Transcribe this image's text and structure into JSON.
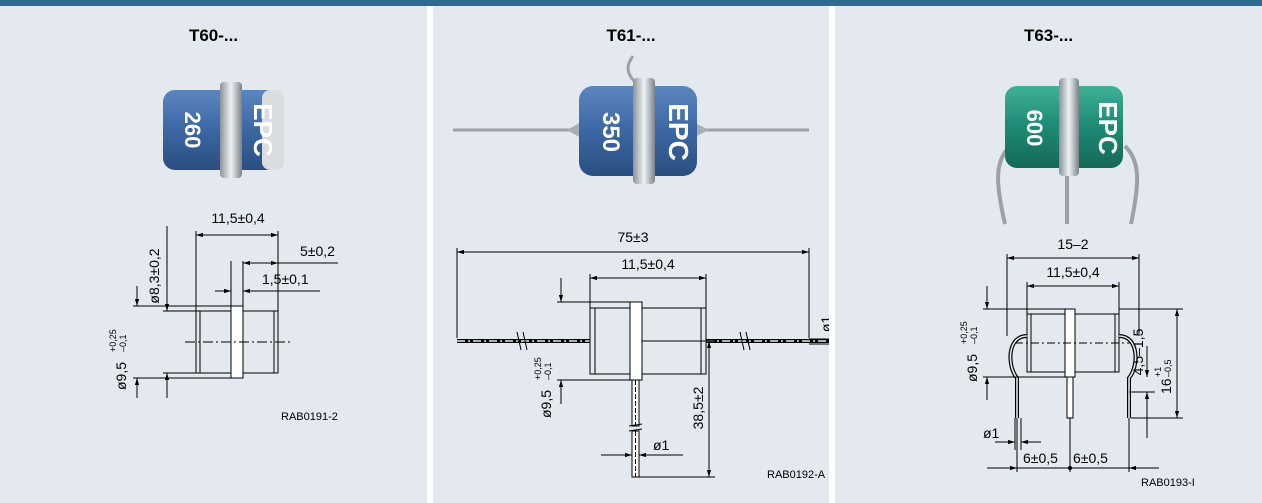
{
  "colors": {
    "topbar": "#2e6b93",
    "panel_bg": "#e3e9ef",
    "blue_tube": "#3e6aa6",
    "green_tube": "#1f8e78"
  },
  "panels": [
    {
      "title": "T60-...",
      "photo": {
        "brand": "EPC",
        "voltage": "260"
      },
      "dims": {
        "length": "11,5±0,4",
        "cap": "5±0,2",
        "band": "1,5±0,1",
        "diam_inner": "ø8,3±0,2",
        "diam_outer": "ø9,5",
        "diam_tol_up": "+0,25",
        "diam_tol_down": "–0,1"
      },
      "code": "RAB0191-2"
    },
    {
      "title": "T61-...",
      "photo": {
        "brand": "EPC",
        "voltage": "350"
      },
      "dims": {
        "total": "75±3",
        "length": "11,5±0,4",
        "wire_diam": "ø1",
        "stub_diam": "ø1",
        "height": "38,5±2",
        "diam_outer": "ø9,5",
        "diam_tol_up": "+0,25",
        "diam_tol_down": "–0,1"
      },
      "code": "RAB0192-A"
    },
    {
      "title": "T63-...",
      "photo": {
        "brand": "EPC",
        "voltage": "600"
      },
      "dims": {
        "width": "15–2",
        "length": "11,5±0,4",
        "wire_diam": "ø1",
        "lead_gap": "4,5–1,5",
        "height": "16",
        "height_tol_up": "+1",
        "height_tol_down": "–0,5",
        "pitch_left": "6±0,5",
        "pitch_right": "6±0,5",
        "diam_outer": "ø9,5",
        "diam_tol_up": "+0,25",
        "diam_tol_down": "–0,1"
      },
      "code": "RAB0193-I"
    }
  ]
}
